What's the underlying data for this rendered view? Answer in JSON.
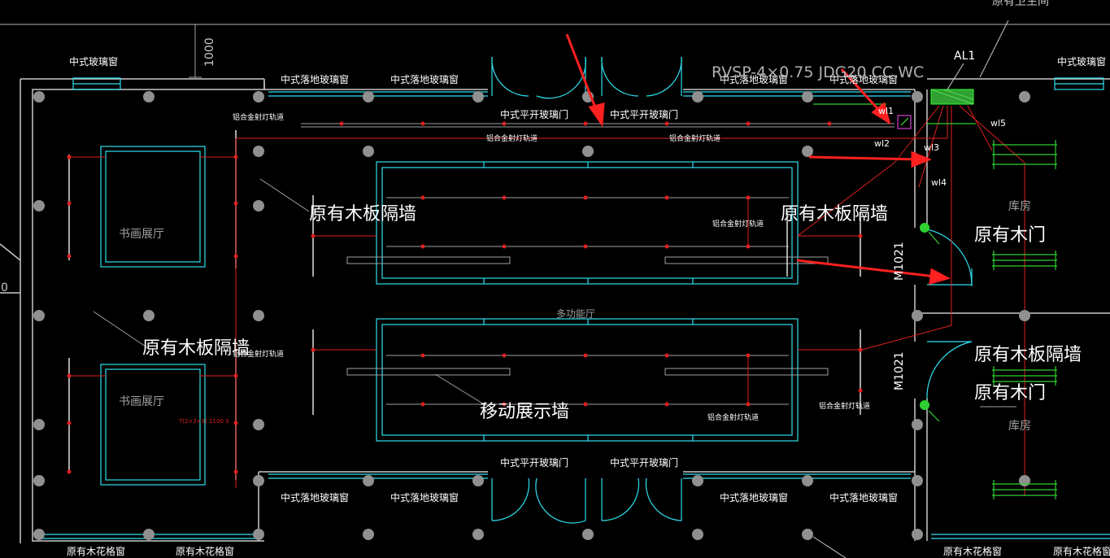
{
  "colors": {
    "background": "#000000",
    "wall": "#c8c8c8",
    "cyan": "#30e0f0",
    "red": "#e02020",
    "green": "#30d030",
    "arrow": "#ff2020",
    "text": "#ffffff",
    "column": "#909090"
  },
  "labels": {
    "window_cn": "中式玻璃窗",
    "floor_window": "中式落地玻璃窗",
    "glass_door": "中式平开玻璃门",
    "track": "铝合金射灯轨道",
    "partition": "原有木板隔墙",
    "wood_door": "原有木门",
    "calligraphy_hall": "书画展厅",
    "multi_hall": "多功能厅",
    "mobile_wall": "移动展示墙",
    "storeroom": "库房",
    "lattice_window": "原有木花格窗",
    "door_code": "M1021",
    "panel": "AL1",
    "cable": "RVSP-4×0.75  JDG20  CC.WC",
    "dim_1000": "1000",
    "dim_0": "0",
    "tiny_note": "T(2×2×3) 1100 3",
    "top_note": "原有卫生间"
  },
  "circuits": [
    "wl1",
    "wl2",
    "wl3",
    "wl4",
    "wl5"
  ]
}
